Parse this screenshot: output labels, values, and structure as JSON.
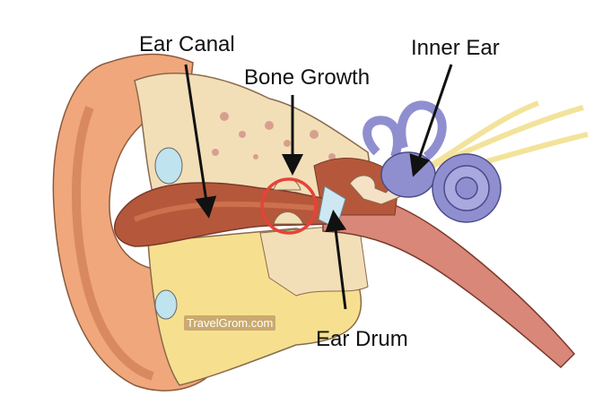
{
  "labels": {
    "ear_canal": "Ear Canal",
    "bone_growth": "Bone Growth",
    "inner_ear": "Inner Ear",
    "ear_drum": "Ear Drum"
  },
  "watermark": "TravelGrom.com",
  "colors": {
    "pinna": "#f0a77c",
    "canal": "#b5573a",
    "bone": "#f2dfb8",
    "fat": "#f6e08f",
    "inner_ear": "#8f8fd0",
    "tube": "#d98778",
    "highlight_circle": "#e5433a",
    "nerve": "#f3e39a"
  }
}
